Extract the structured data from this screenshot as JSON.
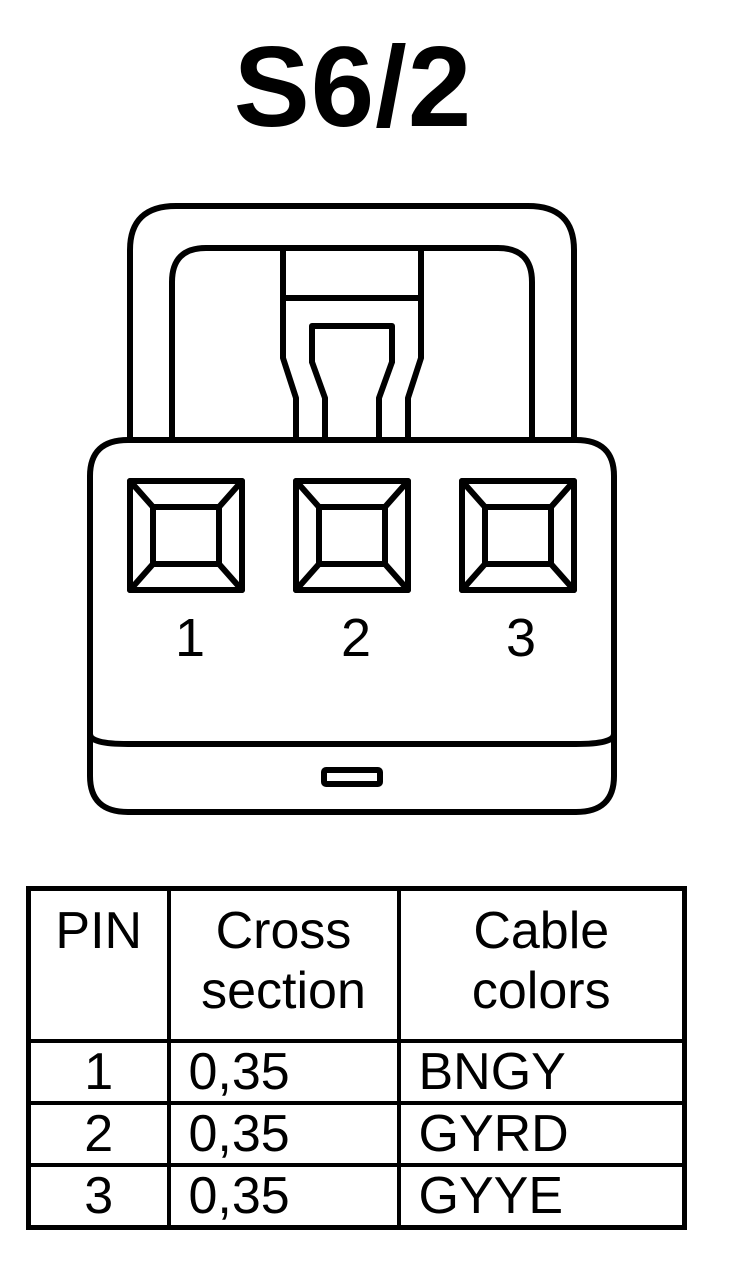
{
  "title": "S6/2",
  "connector": {
    "pins": [
      "1",
      "2",
      "3"
    ]
  },
  "table": {
    "headers": {
      "pin": [
        "PIN"
      ],
      "cross_section": [
        "Cross",
        "section"
      ],
      "cable_colors": [
        "Cable",
        "colors"
      ]
    },
    "rows": [
      {
        "pin": "1",
        "cross_section": "0,35",
        "cable_colors": "BNGY"
      },
      {
        "pin": "2",
        "cross_section": "0,35",
        "cable_colors": "GYRD"
      },
      {
        "pin": "3",
        "cross_section": "0,35",
        "cable_colors": "GYYE"
      }
    ]
  }
}
